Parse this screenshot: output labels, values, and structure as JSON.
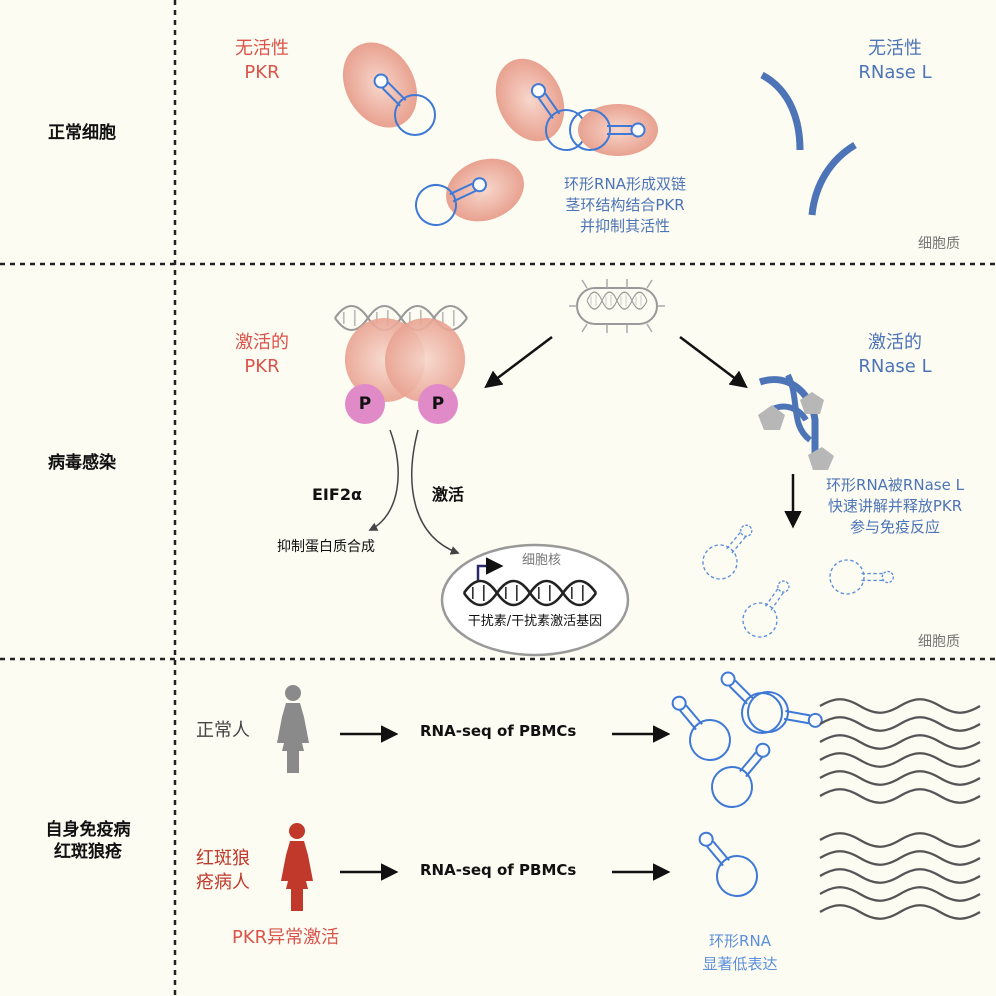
{
  "rows": {
    "normal": "正常细胞",
    "infection": "病毒感染",
    "autoimmune_line1": "自身免疫病",
    "autoimmune_line2": "红斑狼疮"
  },
  "normal_cell": {
    "pkr_line1": "无活性",
    "pkr_line2": "PKR",
    "rnase_line1": "无活性",
    "rnase_line2": "RNase L",
    "note_line1": "环形RNA形成双链",
    "note_line2": "茎环结构结合PKR",
    "note_line3": "并抑制其活性",
    "compartment": "细胞质"
  },
  "infection": {
    "pkr_line1": "激活的",
    "pkr_line2": "PKR",
    "p_label": "P",
    "eif2a": "EIF2α",
    "activate": "激活",
    "inhibit": "抑制蛋白质合成",
    "nucleus": "细胞核",
    "ifn_genes": "干扰素/干扰素激活基因",
    "rnase_line1": "激活的",
    "rnase_line2": "RNase L",
    "note_line1": "环形RNA被RNase L",
    "note_line2": "快速讲解并释放PKR",
    "note_line3": "参与免疫反应",
    "compartment": "细胞质"
  },
  "autoimmune": {
    "normal_person": "正常人",
    "rnaseq": "RNA-seq of PBMCs",
    "patient_line1": "红斑狼",
    "patient_line2": "疮病人",
    "pkr_abnormal": "PKR异常激活",
    "circ_line1": "环形RNA",
    "circ_line2": "显著低表达"
  },
  "colors": {
    "background": "#fdfcf2",
    "pkr_red": "#d9534a",
    "rnase_blue": "#4c74b7",
    "circ_blue": "#5b8fdc",
    "patient_red": "#c0392b",
    "person_gray": "#8a8a8a",
    "phospho_pink": "#e08ac8"
  }
}
